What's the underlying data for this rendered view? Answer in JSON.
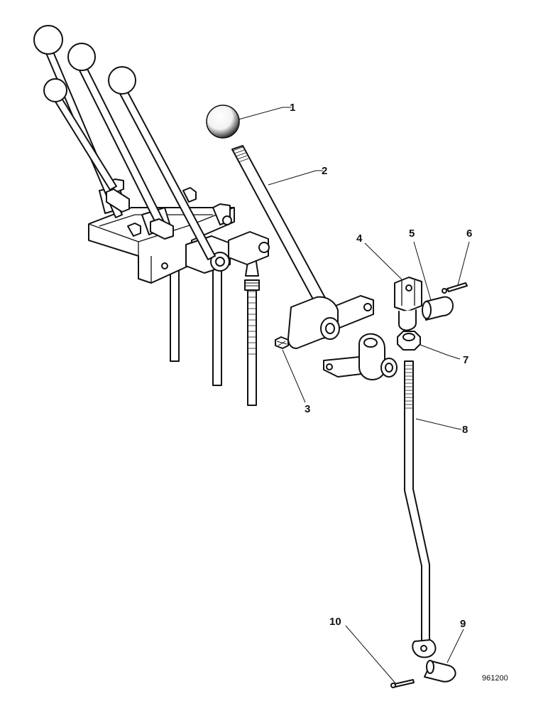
{
  "diagram": {
    "reference_number": "961200",
    "callouts": [
      {
        "id": "1",
        "label": "1"
      },
      {
        "id": "2",
        "label": "2"
      },
      {
        "id": "3",
        "label": "3"
      },
      {
        "id": "4",
        "label": "4"
      },
      {
        "id": "5",
        "label": "5"
      },
      {
        "id": "6",
        "label": "6"
      },
      {
        "id": "7",
        "label": "7"
      },
      {
        "id": "8",
        "label": "8"
      },
      {
        "id": "9",
        "label": "9"
      },
      {
        "id": "10",
        "label": "10"
      }
    ]
  }
}
